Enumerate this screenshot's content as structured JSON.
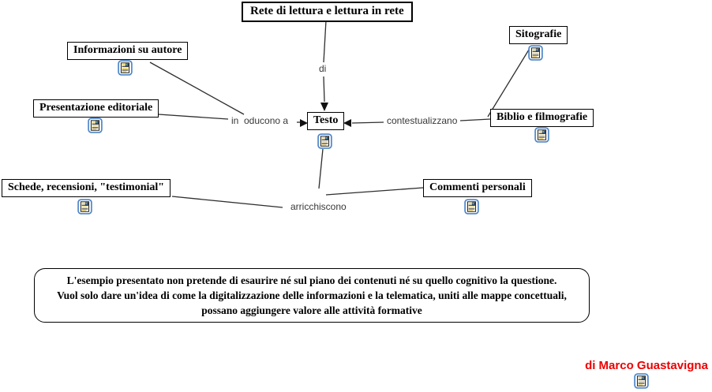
{
  "diagram": {
    "root_label": "Rete di lettura e lettura in rete",
    "nodes": {
      "informazioni": "Informazioni su autore",
      "presentazione": "Presentazione editoriale",
      "testo": "Testo",
      "sitografie": "Sitografie",
      "biblio": "Biblio e filmografie",
      "schede": "Schede, recensioni, \"testimonial\"",
      "commenti": "Commenti personali"
    },
    "links": {
      "di": "di",
      "introducono": "in  oducono a",
      "contestualizzano": "contestualizzano",
      "arricchiscono": "arricchiscono"
    },
    "note": {
      "line1": "L'esempio presentato non pretende di esaurire né sul piano dei contenuti né su quello cognitivo la questione.",
      "line2": "Vuol solo dare un'idea di come la digitalizzazione delle informazioni e la telematica, uniti alle mappe concettuali,",
      "line3": "possano aggiungere valore alle attività formative"
    },
    "credit": "di Marco Guastavigna",
    "icons": {
      "resource": "resource-page-icon"
    },
    "colors": {
      "node_border": "#000000",
      "connector": "#2e2e2e",
      "link_text": "#383838",
      "credit_red": "#ee0000",
      "icon_border": "#4e86c8",
      "icon_highlight": "#e8c83c"
    }
  }
}
